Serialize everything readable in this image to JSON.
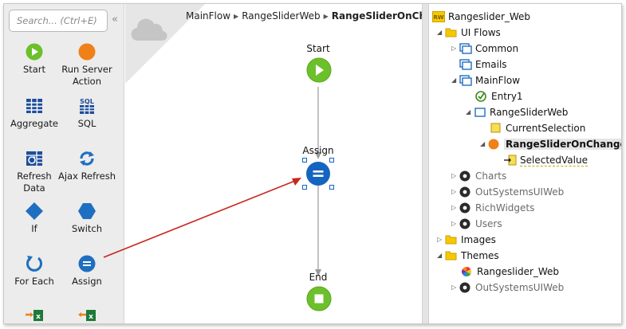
{
  "toolbox": {
    "search_placeholder": "Search... (Ctrl+E)",
    "collapse_glyph": "«",
    "tools": [
      {
        "label": "Start",
        "icon": "start-icon"
      },
      {
        "label": "Run Server Action",
        "icon": "run-server-action-icon"
      },
      {
        "label": "Aggregate",
        "icon": "aggregate-icon"
      },
      {
        "label": "SQL",
        "icon": "sql-icon"
      },
      {
        "label": "Refresh Data",
        "icon": "refresh-data-icon"
      },
      {
        "label": "Ajax Refresh",
        "icon": "ajax-refresh-icon"
      },
      {
        "label": "If",
        "icon": "if-icon"
      },
      {
        "label": "Switch",
        "icon": "switch-icon"
      },
      {
        "label": "For Each",
        "icon": "for-each-icon"
      },
      {
        "label": "Assign",
        "icon": "assign-icon"
      }
    ]
  },
  "canvas": {
    "breadcrumb": [
      "MainFlow",
      "RangeSliderWeb",
      "RangeSliderOnChange"
    ],
    "nodes": {
      "start": "Start",
      "assign": "Assign",
      "end": "End"
    }
  },
  "tree": {
    "items": [
      {
        "label": "Rangeslider_Web",
        "icon": "module-icon",
        "arrow": ""
      },
      {
        "label": "UI Flows",
        "icon": "folder-open-icon",
        "arrow": "◢"
      },
      {
        "label": "Common",
        "icon": "ui-flow-icon",
        "arrow": "▷"
      },
      {
        "label": "Emails",
        "icon": "ui-flow-icon",
        "arrow": ""
      },
      {
        "label": "MainFlow",
        "icon": "ui-flow-icon",
        "arrow": "◢"
      },
      {
        "label": "Entry1",
        "icon": "entry-icon",
        "arrow": ""
      },
      {
        "label": "RangeSliderWeb",
        "icon": "web-block-icon",
        "arrow": "◢"
      },
      {
        "label": "CurrentSelection",
        "icon": "variable-icon",
        "arrow": ""
      },
      {
        "label": "RangeSliderOnChange",
        "icon": "action-icon",
        "arrow": "◢"
      },
      {
        "label": "SelectedValue",
        "icon": "input-parameter-icon",
        "arrow": ""
      },
      {
        "label": "Charts",
        "icon": "dependency-icon",
        "arrow": "▷"
      },
      {
        "label": "OutSystemsUIWeb",
        "icon": "dependency-icon",
        "arrow": "▷"
      },
      {
        "label": "RichWidgets",
        "icon": "dependency-icon",
        "arrow": "▷"
      },
      {
        "label": "Users",
        "icon": "dependency-icon",
        "arrow": "▷"
      },
      {
        "label": "Images",
        "icon": "folder-icon",
        "arrow": "▷"
      },
      {
        "label": "Themes",
        "icon": "folder-open-icon",
        "arrow": "◢"
      },
      {
        "label": "Rangeslider_Web",
        "icon": "theme-icon",
        "arrow": ""
      },
      {
        "label": "OutSystemsUIWeb",
        "icon": "dependency-icon",
        "arrow": "▷"
      }
    ]
  },
  "colors": {
    "accent_green": "#6cc02c",
    "accent_blue": "#1565c0",
    "arrow_red": "#c8271c",
    "orange": "#f08018"
  }
}
